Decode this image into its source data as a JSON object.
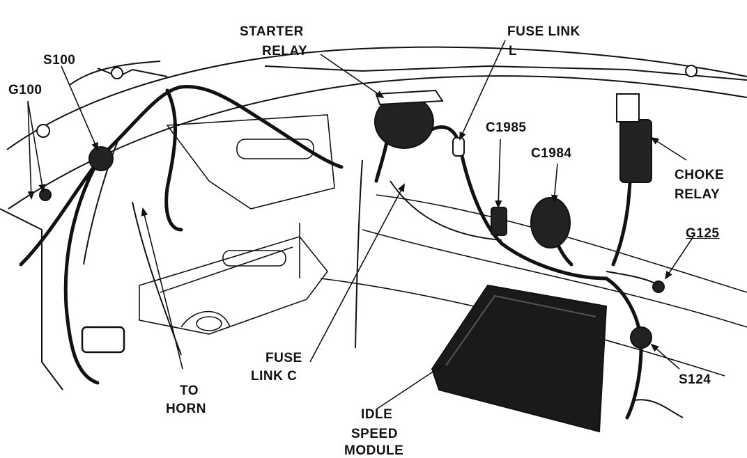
{
  "labels": {
    "starter_relay_1": "STARTER",
    "starter_relay_2": "RELAY",
    "fuse_link_l_1": "FUSE LINK",
    "fuse_link_l_2": "L",
    "s100": "S100",
    "g100": "G100",
    "c1985": "C1985",
    "c1984": "C1984",
    "choke_relay_1": "CHOKE",
    "choke_relay_2": "RELAY",
    "g125": "G125",
    "s124": "S124",
    "fuse_link_c_1": "FUSE",
    "fuse_link_c_2": "LINK C",
    "to_horn_1": "TO",
    "to_horn_2": "HORN",
    "idle_speed_module_1": "IDLE",
    "idle_speed_module_2": "SPEED",
    "idle_speed_module_3": "MODULE"
  },
  "colors": {
    "ink": "#111111",
    "paper": "#ffffff"
  }
}
